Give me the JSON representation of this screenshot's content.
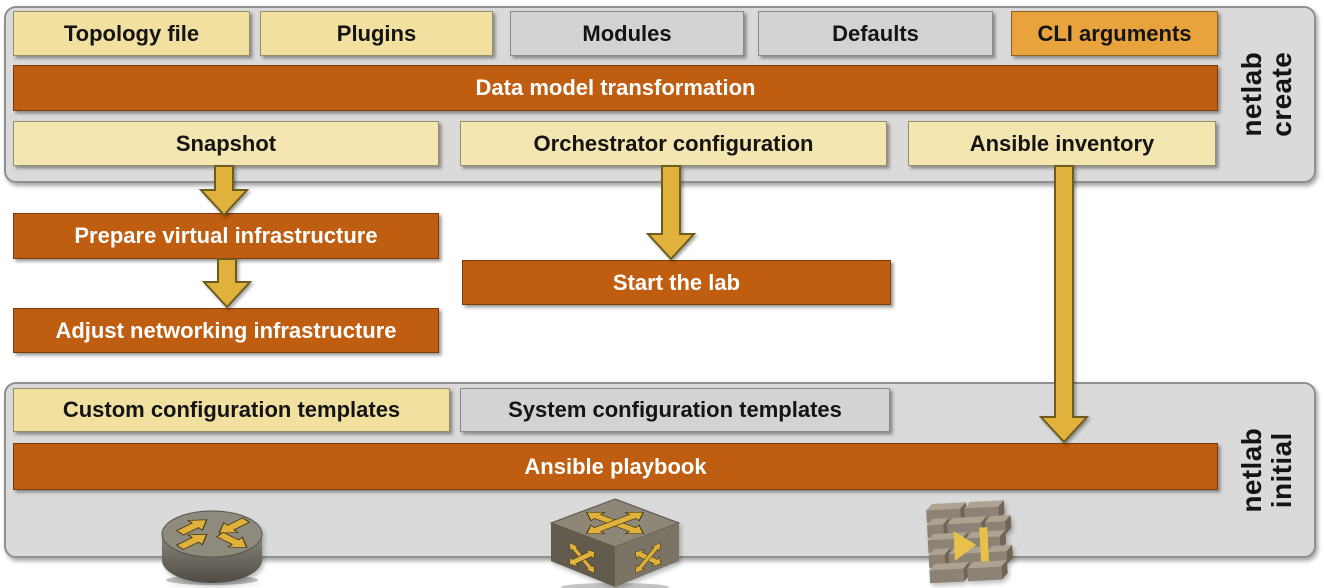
{
  "panels": {
    "create": {
      "label_line1": "netlab",
      "label_line2": "create",
      "inputs": [
        {
          "label": "Topology file",
          "variant": "cream"
        },
        {
          "label": "Plugins",
          "variant": "cream"
        },
        {
          "label": "Modules",
          "variant": "gray"
        },
        {
          "label": "Defaults",
          "variant": "gray"
        },
        {
          "label": "CLI arguments",
          "variant": "amber"
        }
      ],
      "transform_bar": "Data model transformation",
      "outputs": [
        {
          "label": "Snapshot"
        },
        {
          "label": "Orchestrator configuration"
        },
        {
          "label": "Ansible inventory"
        }
      ]
    },
    "initial": {
      "label_line1": "netlab",
      "label_line2": "initial",
      "templates": [
        {
          "label": "Custom configuration templates",
          "variant": "cream"
        },
        {
          "label": "System configuration templates",
          "variant": "gray"
        }
      ],
      "playbook_bar": "Ansible playbook"
    }
  },
  "steps": {
    "prepare": "Prepare virtual infrastructure",
    "adjust": "Adjust networking infrastructure",
    "start": "Start the lab"
  },
  "icons": [
    {
      "name": "router-icon"
    },
    {
      "name": "switch-icon"
    },
    {
      "name": "firewall-icon"
    }
  ],
  "colors": {
    "accent_orange": "#bf5d11",
    "cream": "#f1e0a0",
    "amber": "#e9a33c",
    "panel_gray": "#dadada",
    "box_gray": "#d3d3d3",
    "arrow_gold": "#e0b23c"
  }
}
